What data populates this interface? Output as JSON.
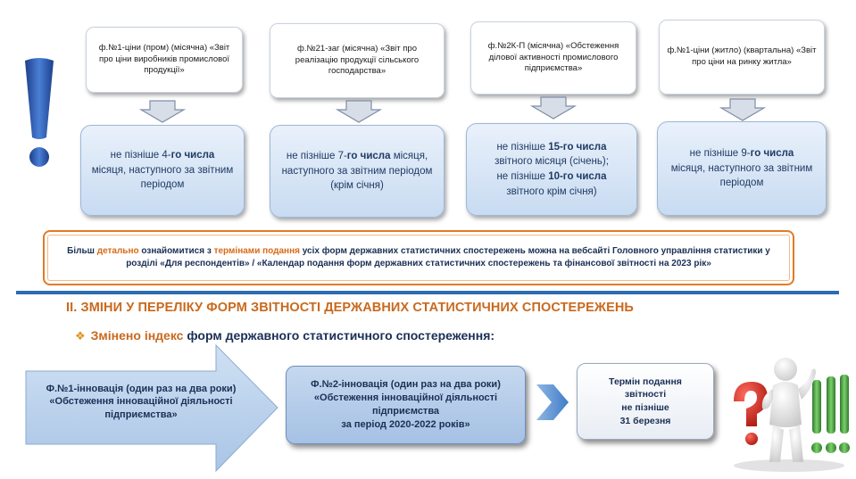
{
  "top_forms": [
    {
      "text": "ф.№1-ціни (пром) (місячна) «Звіт про ціни виробників промислової продукції»"
    },
    {
      "text": "ф.№21-заг (місячна) «Звіт про реалізацію продукції сільського господарства»"
    },
    {
      "text": "ф.№2К-П (місячна) «Обстеження ділової активності промислового підприємства»"
    },
    {
      "text": "ф.№1-ціни (житло) (квартальна) «Звіт про ціни на ринку житла»"
    }
  ],
  "deadlines": [
    {
      "line1_pre": "не пізніше 4-",
      "line1_bold": "го числа",
      "rest": "місяця, наступного за звітним періодом"
    },
    {
      "line1_pre": "не пізніше 7-",
      "line1_bold": "го числа",
      "line1_post": " місяця,",
      "rest": "наступного за звітним періодом (крім січня)"
    },
    {
      "a_pre": "не пізніше ",
      "a_bold": "15-го числа",
      "a_rest": "звітного місяця (січень);",
      "b_pre": "не пізніше ",
      "b_bold": "10-го числа",
      "b_rest": "звітного крім січня)"
    },
    {
      "line1_pre": "не пізніше 9-",
      "line1_bold": "го числа",
      "rest": "місяця, наступного за звітним періодом"
    }
  ],
  "info": {
    "p1": "Більш ",
    "h1": "детально",
    "p2": " ознайомитися з  ",
    "h2": "термінами подання",
    "p3": "  усіх форм державних статистичних спостережень можна на  вебсайті Головного управління статистики  у розділі  «Для респондентів» / «Календар подання форм державних статистичних спостережень та  фінансової звітності на 2023 рік»"
  },
  "section_title": "ІІ. ЗМІНИ У ПЕРЕЛІКУ ФОРМ ЗВІТНОСТІ  ДЕРЖАВНИХ СТАТИСТИЧНИХ СПОСТЕРЕЖЕНЬ",
  "sub_title": {
    "accent": "Змінено індекс",
    "rest": "  форм державного статистичного спостереження:"
  },
  "old_form": "Ф.№1-інновація (один раз на два роки) «Обстеження інноваційної діяльності підприємства»",
  "new_form": {
    "line1": "Ф.№2-інновація (один раз на два роки) «Обстеження інноваційної діяльності підприємства",
    "line2": "за період 2020-2022 років»"
  },
  "term": {
    "l1": "Термін подання",
    "l2": "звітності",
    "l3": "не пізніше",
    "l4": "31 березня"
  },
  "colors": {
    "accent_orange": "#d86a18",
    "brand_blue": "#2c6cb3",
    "dark_text": "#1a2f55"
  }
}
